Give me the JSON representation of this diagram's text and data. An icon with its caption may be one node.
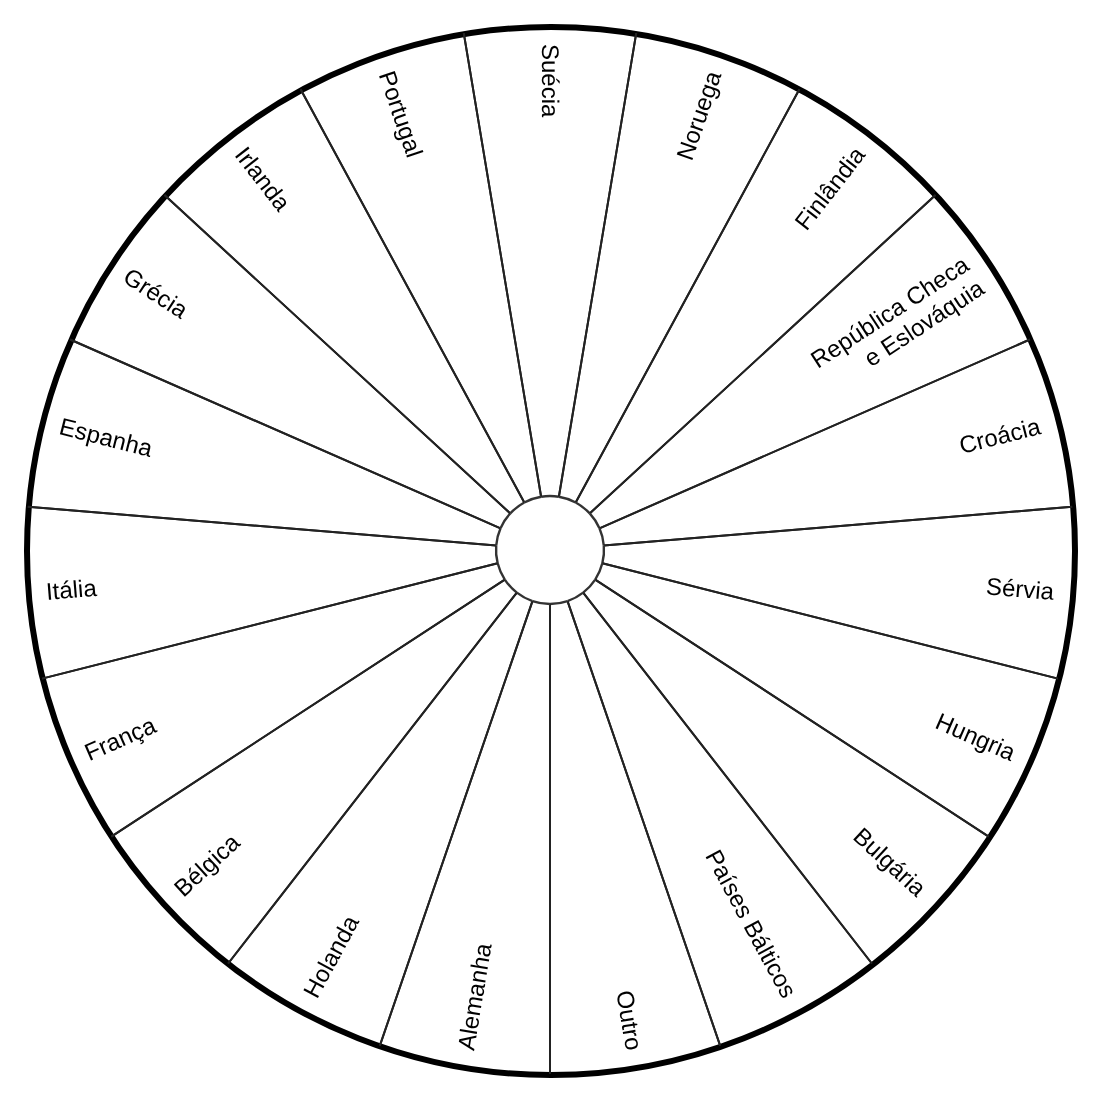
{
  "diagram": {
    "nodes": [
      {
        "text": [
          "Suécia"
        ]
      },
      {
        "text": [
          "Noruega"
        ]
      },
      {
        "text": [
          "Finlândia"
        ]
      },
      {
        "text": [
          "República Checa e Eslováquia"
        ]
      },
      {
        "text": [
          "Croácia"
        ]
      },
      {
        "text": [
          "Sérvia"
        ]
      },
      {
        "text": [
          "Hungria"
        ]
      },
      {
        "text": [
          "Bulgária"
        ]
      },
      {
        "text": [
          "Países Bálticos"
        ]
      },
      {
        "text": [
          "Outro"
        ]
      },
      {
        "text": [
          "Alemanha"
        ]
      },
      {
        "text": [
          "Holanda"
        ]
      },
      {
        "text": [
          "Bélgica"
        ]
      },
      {
        "text": [
          "França"
        ]
      },
      {
        "text": [
          "Itália"
        ]
      },
      {
        "text": [
          "Espanha"
        ]
      },
      {
        "text": [
          "Grécia"
        ]
      },
      {
        "text": [
          "Irlanda"
        ]
      },
      {
        "text": [
          "Portugal"
        ]
      }
    ]
  }
}
